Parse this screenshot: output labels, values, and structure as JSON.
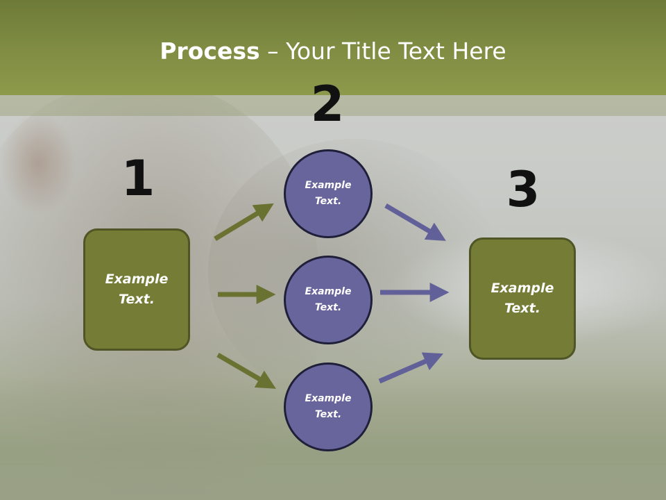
{
  "title": {
    "bold": "Process",
    "rest": " – Your Title Text Here"
  },
  "steps": {
    "one": {
      "number": "1",
      "text": "Example Text."
    },
    "two": {
      "number": "2"
    },
    "three": {
      "number": "3",
      "text": "Example Text."
    }
  },
  "middle_nodes": [
    {
      "text": "Example Text."
    },
    {
      "text": "Example Text."
    },
    {
      "text": "Example Text."
    }
  ],
  "colors": {
    "accent_green": "#747c36",
    "accent_purple": "#67659b",
    "arrow_green": "#6a7232",
    "arrow_purple": "#626098"
  }
}
